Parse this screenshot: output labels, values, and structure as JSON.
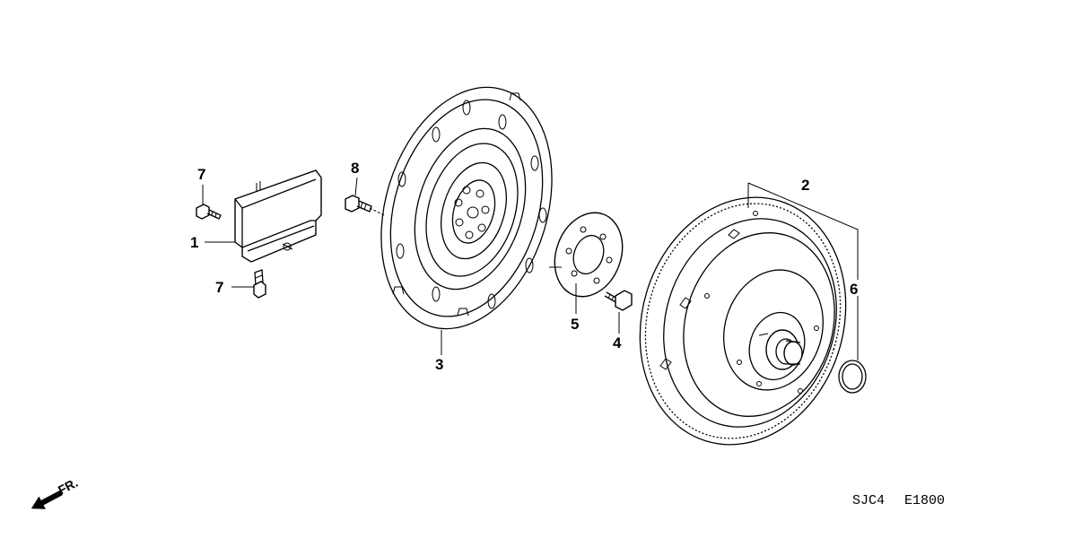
{
  "parts": [
    {
      "id": "1",
      "label": "1"
    },
    {
      "id": "2",
      "label": "2"
    },
    {
      "id": "3",
      "label": "3"
    },
    {
      "id": "4",
      "label": "4"
    },
    {
      "id": "5",
      "label": "5"
    },
    {
      "id": "6",
      "label": "6"
    },
    {
      "id": "7a",
      "label": "7"
    },
    {
      "id": "7b",
      "label": "7"
    },
    {
      "id": "8",
      "label": "8"
    }
  ],
  "front_indicator": {
    "label": "FR."
  },
  "diagram_code": {
    "left": "SJC4",
    "right": "E1800"
  }
}
